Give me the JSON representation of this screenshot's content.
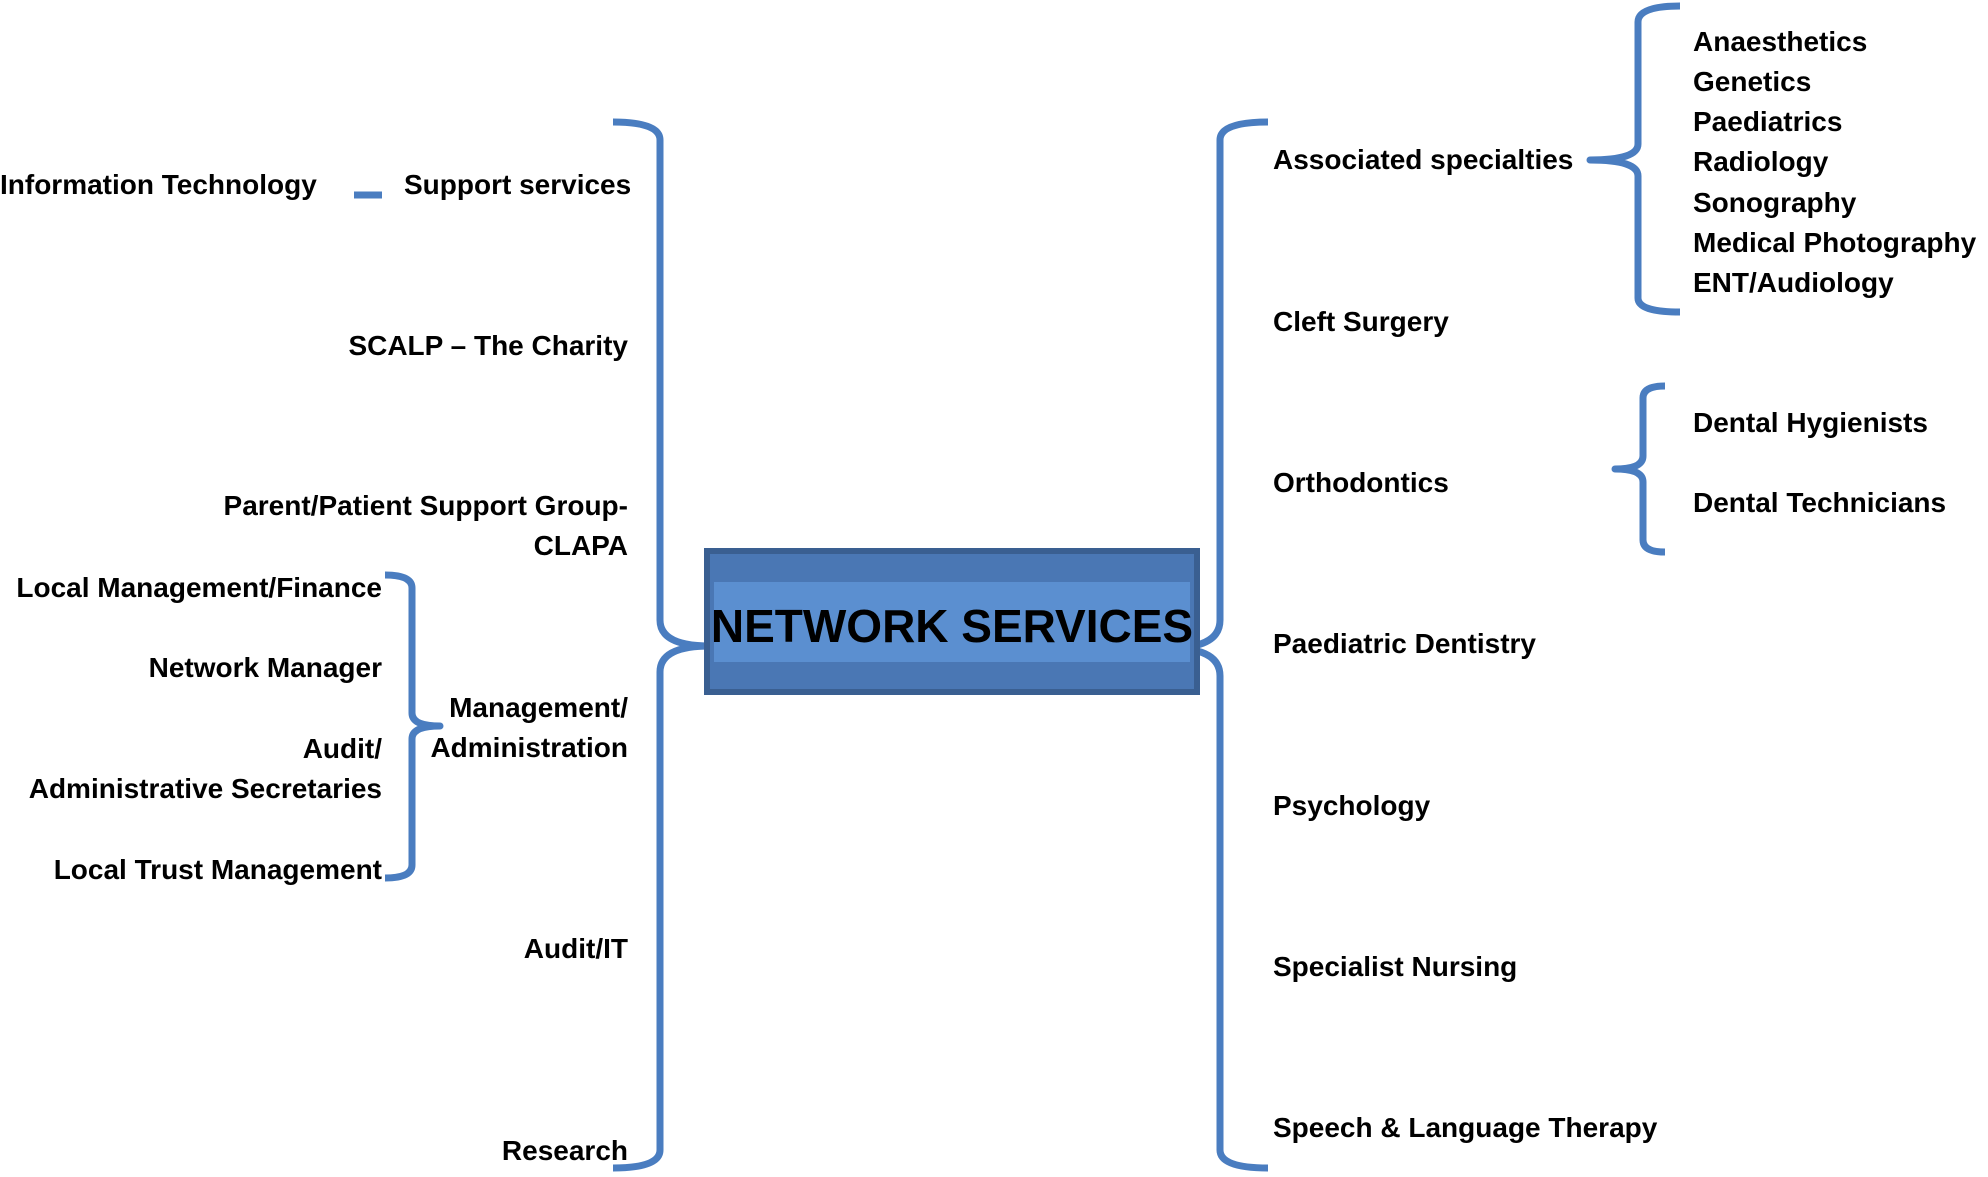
{
  "center": {
    "title": "NETWORK SERVICES"
  },
  "left": {
    "support_services": "Support services",
    "information_technology": "Information Technology",
    "scalp": "SCALP – The Charity",
    "parent_support_line1": "Parent/Patient Support Group-",
    "parent_support_line2": "CLAPA",
    "management_line1": "Management/",
    "management_line2": "Administration",
    "management_sub": [
      "Local Management/Finance",
      "Network Manager",
      "Audit/",
      "Administrative Secretaries",
      "Local Trust Management"
    ],
    "audit_it": "Audit/IT",
    "research": "Research"
  },
  "right": {
    "associated_specialties": "Associated specialties",
    "associated_sub": [
      "Anaesthetics",
      "Genetics",
      "Paediatrics",
      "Radiology",
      "Sonography",
      "Medical Photography",
      "ENT/Audiology"
    ],
    "cleft_surgery": "Cleft Surgery",
    "orthodontics": "Orthodontics",
    "orthodontics_sub": [
      "Dental Hygienists",
      "Dental Technicians"
    ],
    "paediatric_dentistry": "Paediatric Dentistry",
    "psychology": "Psychology",
    "specialist_nursing": "Specialist Nursing",
    "speech_language": "Speech & Language Therapy"
  },
  "colors": {
    "bracket": "#4a7dc0",
    "box_fill": "#5b8fd0",
    "box_border": "#3a5f91"
  }
}
